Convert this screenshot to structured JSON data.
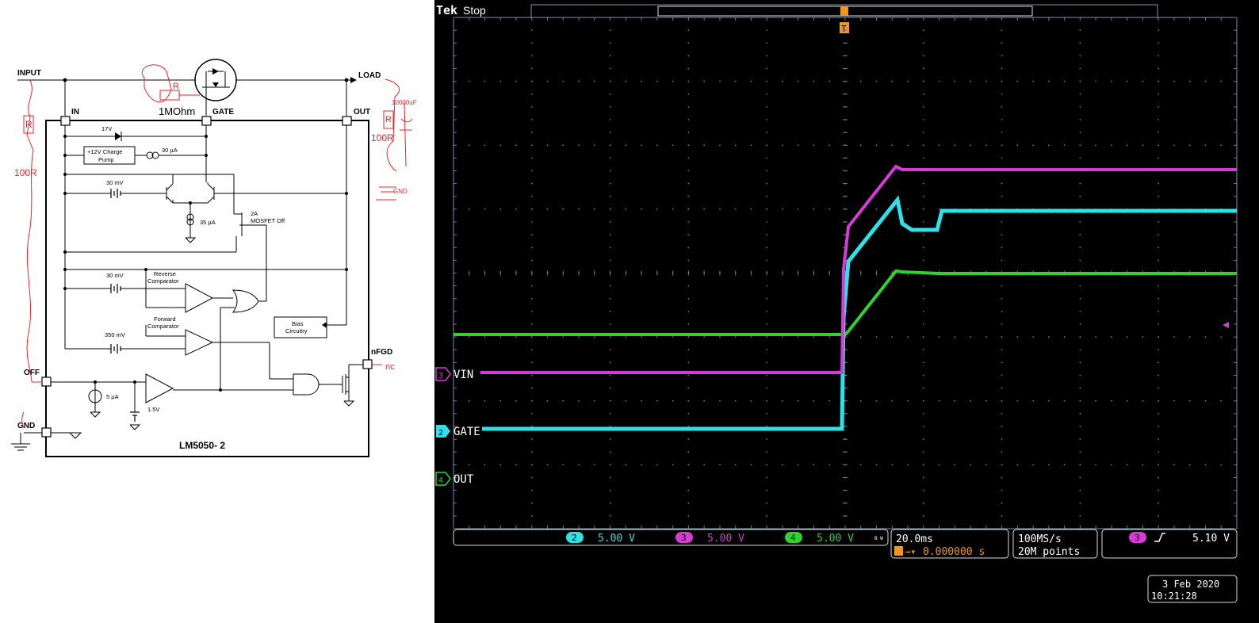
{
  "schematic": {
    "pins": {
      "input": "INPUT",
      "load": "LOAD",
      "in": "IN",
      "gate": "GATE",
      "out": "OUT",
      "off": "OFF",
      "gnd": "GND",
      "nfgd": "nFGD"
    },
    "chip_name": "LM5050- 2",
    "blocks": {
      "charge_pump_1": "+12V Charge",
      "charge_pump_2": "Pump",
      "current_30ua": "30 µA",
      "zener_17v": "17V",
      "v30mv_top": "30 mV",
      "current_35ua": "35 µA",
      "mosfet_off_1": "2A",
      "mosfet_off_2": "MOSFET Off",
      "v30mv_rev": "30 mV",
      "reverse_1": "Reverse",
      "reverse_2": "Comparator",
      "forward_1": "Forward",
      "forward_2": "Comparator",
      "v350mv": "350 mV",
      "bias_1": "Bias",
      "bias_2": "Circuitry",
      "current_5ua": "5 µA",
      "v1_5v": "1.5V"
    },
    "annotations": {
      "r_input": "R",
      "r_input_val": "100R",
      "r_gate": "R",
      "r_gate_val": "1MOhm",
      "r_load": "R",
      "r_load_val": "100R",
      "cap_load": "10000uF",
      "gnd_load": "GND",
      "nc": "nc"
    },
    "colors": {
      "annotation": "#e8242a",
      "line": "#000000"
    }
  },
  "scope": {
    "brand": "Tek",
    "status": "Stop",
    "trigger_marker": "T",
    "channel_labels": [
      {
        "num": "3",
        "name": "VIN",
        "color": "#d63bd6"
      },
      {
        "num": "2",
        "name": "GATE",
        "color": "#2ee0e8"
      },
      {
        "num": "4",
        "name": "OUT",
        "color": "#2fd32f"
      }
    ],
    "bottom": {
      "ch2_num": "2",
      "ch2_scale": "5.00 V",
      "ch3_num": "3",
      "ch3_scale": "5.00 V",
      "ch4_num": "4",
      "ch4_scale": "5.00 V",
      "bw": "B W",
      "timebase": "20.0ms",
      "trigger_delay": "0.000000 s",
      "sample_rate": "100MS/s",
      "record_length": "20M points",
      "trig_src": "3",
      "trig_level": "5.10 V",
      "date": "3 Feb  2020",
      "time": "10:21:28"
    },
    "colors": {
      "vin": "#d63bd6",
      "gate": "#2ee0e8",
      "out": "#2fd32f",
      "grid": "#7a7a7a",
      "frame": "#6f93b8",
      "trigger": "#f0961e"
    }
  }
}
